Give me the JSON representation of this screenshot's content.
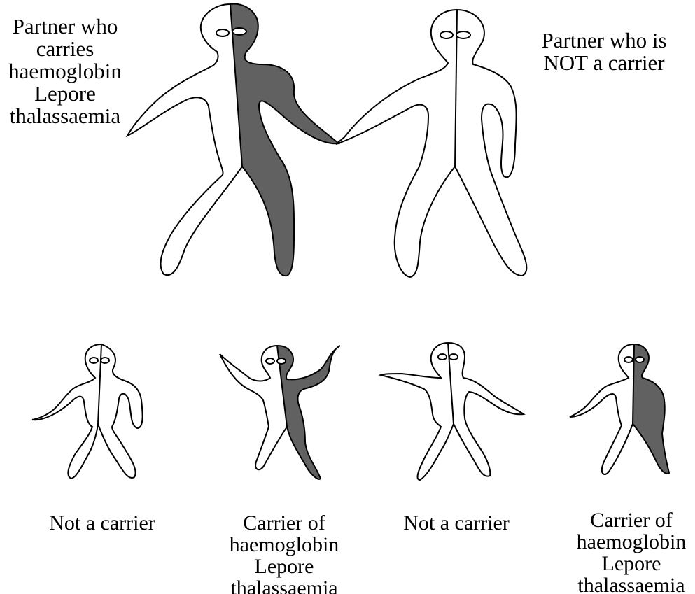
{
  "colors": {
    "carrier_fill": "#616161",
    "outline": "#000000",
    "background": "#ffffff"
  },
  "parents": [
    {
      "label_lines": [
        "Partner who",
        "carries",
        "haemoglobin",
        "Lepore",
        "thalassaemia"
      ],
      "carrier": true
    },
    {
      "label_lines": [
        "Partner who is",
        "NOT a carrier"
      ],
      "carrier": false
    }
  ],
  "children": [
    {
      "label_lines": [
        "Not a carrier"
      ],
      "carrier": false
    },
    {
      "label_lines": [
        "Carrier of",
        "haemoglobin",
        "Lepore",
        "thalassaemia"
      ],
      "carrier": true
    },
    {
      "label_lines": [
        "Not a carrier"
      ],
      "carrier": false
    },
    {
      "label_lines": [
        "Carrier of",
        "haemoglobin",
        "Lepore",
        "thalassaemia"
      ],
      "carrier": true
    }
  ]
}
